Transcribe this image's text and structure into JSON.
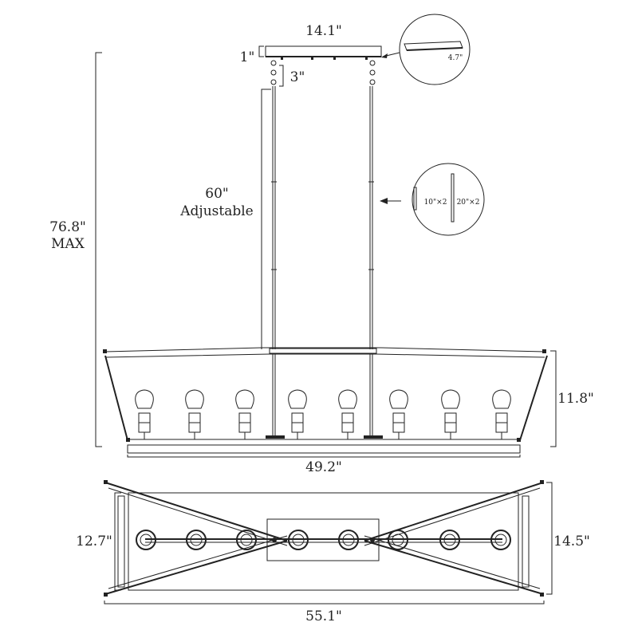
{
  "dimensions": {
    "canopy_width": "14.1\"",
    "canopy_height": "1\"",
    "canopy_depth": "4.7\"",
    "chain_link": "3\"",
    "rod_length": "60\"",
    "rod_note": "Adjustable",
    "max_height": "76.8\"",
    "max_note": "MAX",
    "body_height": "11.8\"",
    "body_length": "49.2\"",
    "inner_width": "12.7\"",
    "outer_width": "14.5\"",
    "top_length": "55.1\""
  },
  "rods": {
    "short_rod": "10\"×2",
    "long_rod": "20\"×2"
  },
  "bulb_count": 8
}
